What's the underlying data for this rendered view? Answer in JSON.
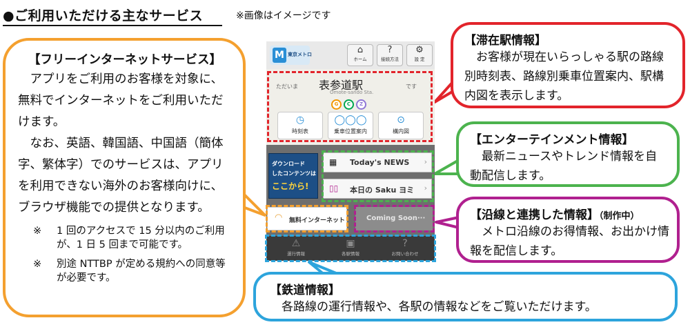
{
  "heading": "●ご利用いただける主なサービス",
  "note": "※画像はイメージです",
  "callouts": {
    "free_internet": {
      "title": "【フリーインターネットサービス】",
      "p1": "　アプリをご利用のお客様を対象に、無料でインターネットをご利用いただけます。",
      "p2": "　なお、英語、韓国語、中国語（簡体字、繁体字）でのサービスは、アプリを利用できない海外のお客様向けに、ブラウザ機能での提供となります。",
      "note1_mark": "※",
      "note1": "1 回のアクセスで 15 分以内のご利用が、1 日 5 回まで可能です。",
      "note2_mark": "※",
      "note2": "別途 NTTBP が定める規約への同意等が必要です。",
      "color": "#f4a02f"
    },
    "station_info": {
      "title": "【滞在駅情報】",
      "body": "お客様が現在いらっしゃる駅の路線別時刻表、路線別乗車位置案内、駅構内図を表示します。",
      "color": "#e2242b"
    },
    "entertainment": {
      "title": "【エンターテインメント情報】",
      "body": "最新ニュースやトレンド情報を自動配信します。",
      "color": "#4cb34e"
    },
    "route_collab": {
      "title": "【沿線と連携した情報】",
      "title_note": "（制作中）",
      "body": "メトロ沿線のお得情報、お出かけ情報を配信します。",
      "color": "#b0208f"
    },
    "railway": {
      "title": "【鉄道情報】",
      "body": "各路線の運行情報や、各駅の情報などをご覧いただけます。",
      "color": "#2da4dc"
    }
  },
  "phone": {
    "logo_mark": "M",
    "logo_text": "東京メトロ",
    "top_buttons": [
      {
        "icon": "house",
        "glyph": "⌂",
        "label": "ホーム"
      },
      {
        "icon": "question",
        "glyph": "?",
        "label": "接続方法"
      },
      {
        "icon": "gear",
        "glyph": "⚙",
        "label": "設 定"
      }
    ],
    "station": {
      "prefix": "ただいま",
      "name": "表参道駅",
      "roman": "Omote-sando Sta.",
      "suffix": "です",
      "lines": [
        {
          "letter": "G",
          "color": "#f39700"
        },
        {
          "letter": "C",
          "color": "#00a650"
        },
        {
          "letter": "Z",
          "color": "#8f76d6"
        }
      ],
      "buttons": [
        {
          "glyph": "◷",
          "label": "時刻表"
        },
        {
          "glyph": "◯◯◯",
          "label": "乗車位置案内"
        },
        {
          "glyph": "⊙",
          "label": "構内図"
        }
      ]
    },
    "download_banner": {
      "line1": "ダウンロード",
      "line2": "したコンテンツは",
      "line3": "ここから!"
    },
    "news_rows": [
      {
        "glyph": "▦",
        "label": "Today's NEWS",
        "chevron": "›"
      },
      {
        "glyph": "▯▯",
        "label": "本日の Saku ヨミ",
        "chevron": "›"
      }
    ],
    "free_internet_label": "無料インターネット",
    "coming_soon_label": "Coming Soon···",
    "bottom_nav": [
      {
        "glyph": "⚠",
        "label": "運行情報"
      },
      {
        "glyph": "▣",
        "label": "各駅情報"
      },
      {
        "glyph": "?",
        "label": "お問い合わせ"
      }
    ]
  }
}
